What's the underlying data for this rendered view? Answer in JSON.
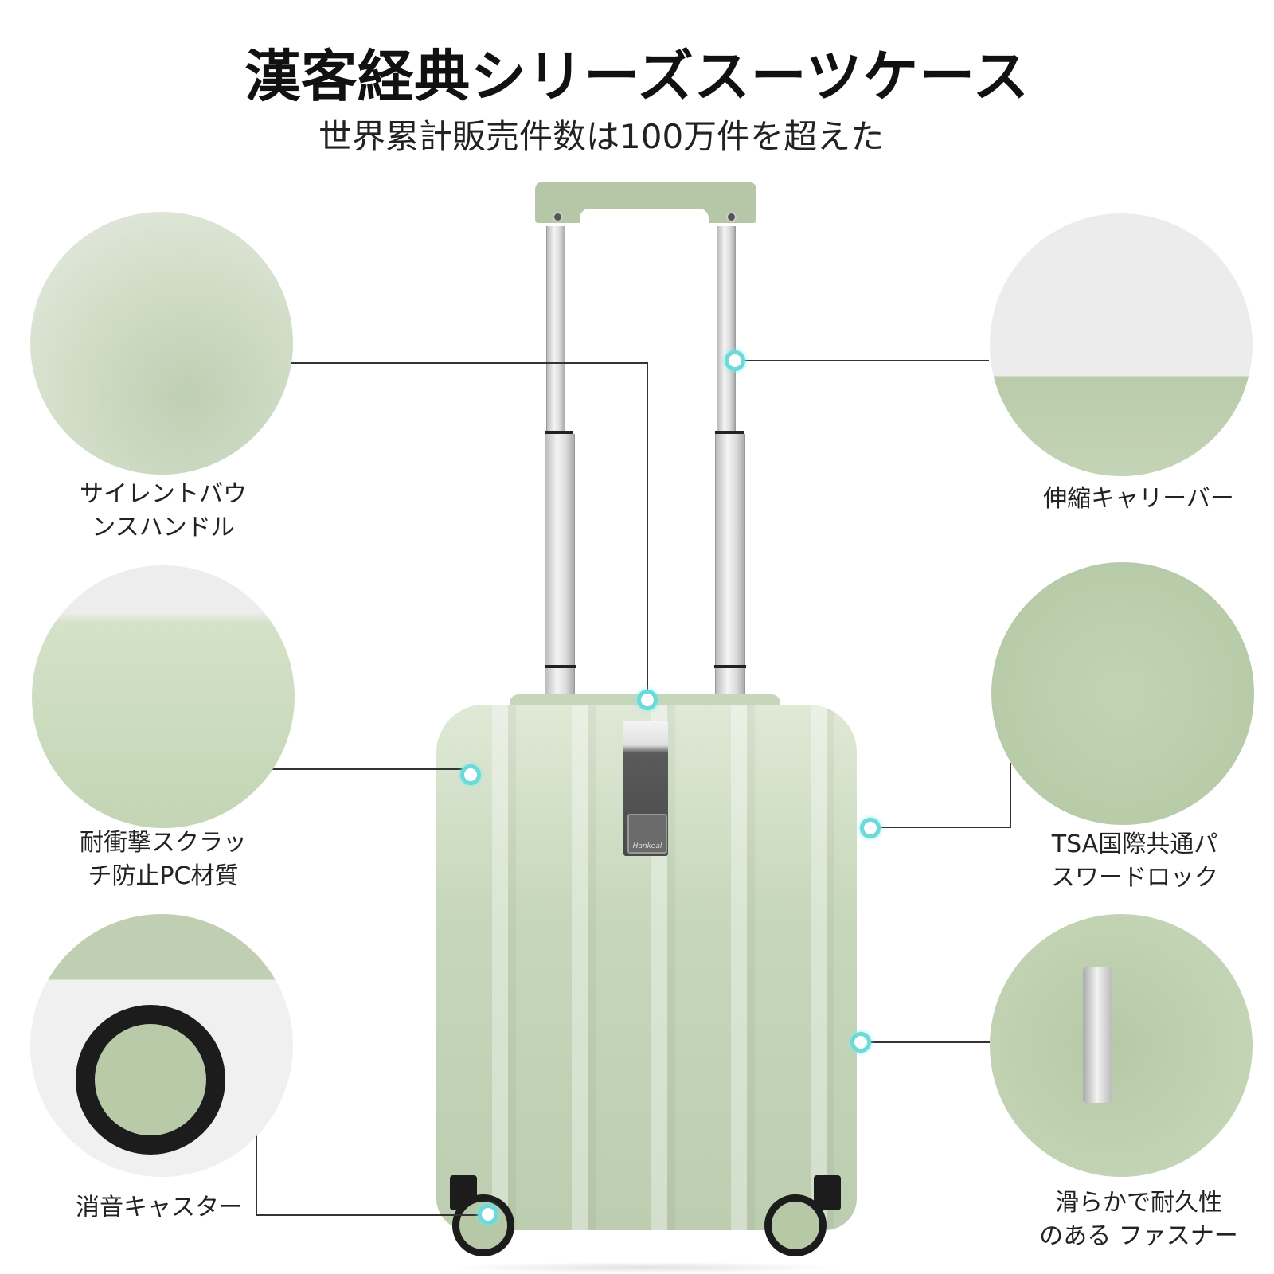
{
  "header": {
    "title": "漢客経典シリーズスーツケース",
    "subtitle": "世界累計販売件数は100万件を超えた"
  },
  "product": {
    "brand_badge": "Hankeal",
    "colors": {
      "shell": "#c7d7bb",
      "handle": "#b6c7a8",
      "callout_dot": "#6fd8d8",
      "line": "#333333",
      "background": "#ffffff"
    }
  },
  "features": [
    {
      "id": "silent-bounce-handle",
      "label_line1": "サイレントバウ",
      "label_line2": "ンスハンドル",
      "side": "left"
    },
    {
      "id": "telescopic-trolley-bar",
      "label_line1": "伸縮キャリーバー",
      "label_line2": "",
      "side": "right"
    },
    {
      "id": "pc-material",
      "label_line1": "耐衝撃スクラッ",
      "label_line2": "チ防止PC材質",
      "side": "left"
    },
    {
      "id": "tsa-lock",
      "label_line1": "TSA国際共通パ",
      "label_line2": "スワードロック",
      "side": "right"
    },
    {
      "id": "silent-casters",
      "label_line1": "消音キャスター",
      "label_line2": "",
      "side": "left"
    },
    {
      "id": "smooth-zipper",
      "label_line1": "滑らかで耐久性",
      "label_line2": "のある ファスナー",
      "side": "right"
    }
  ]
}
